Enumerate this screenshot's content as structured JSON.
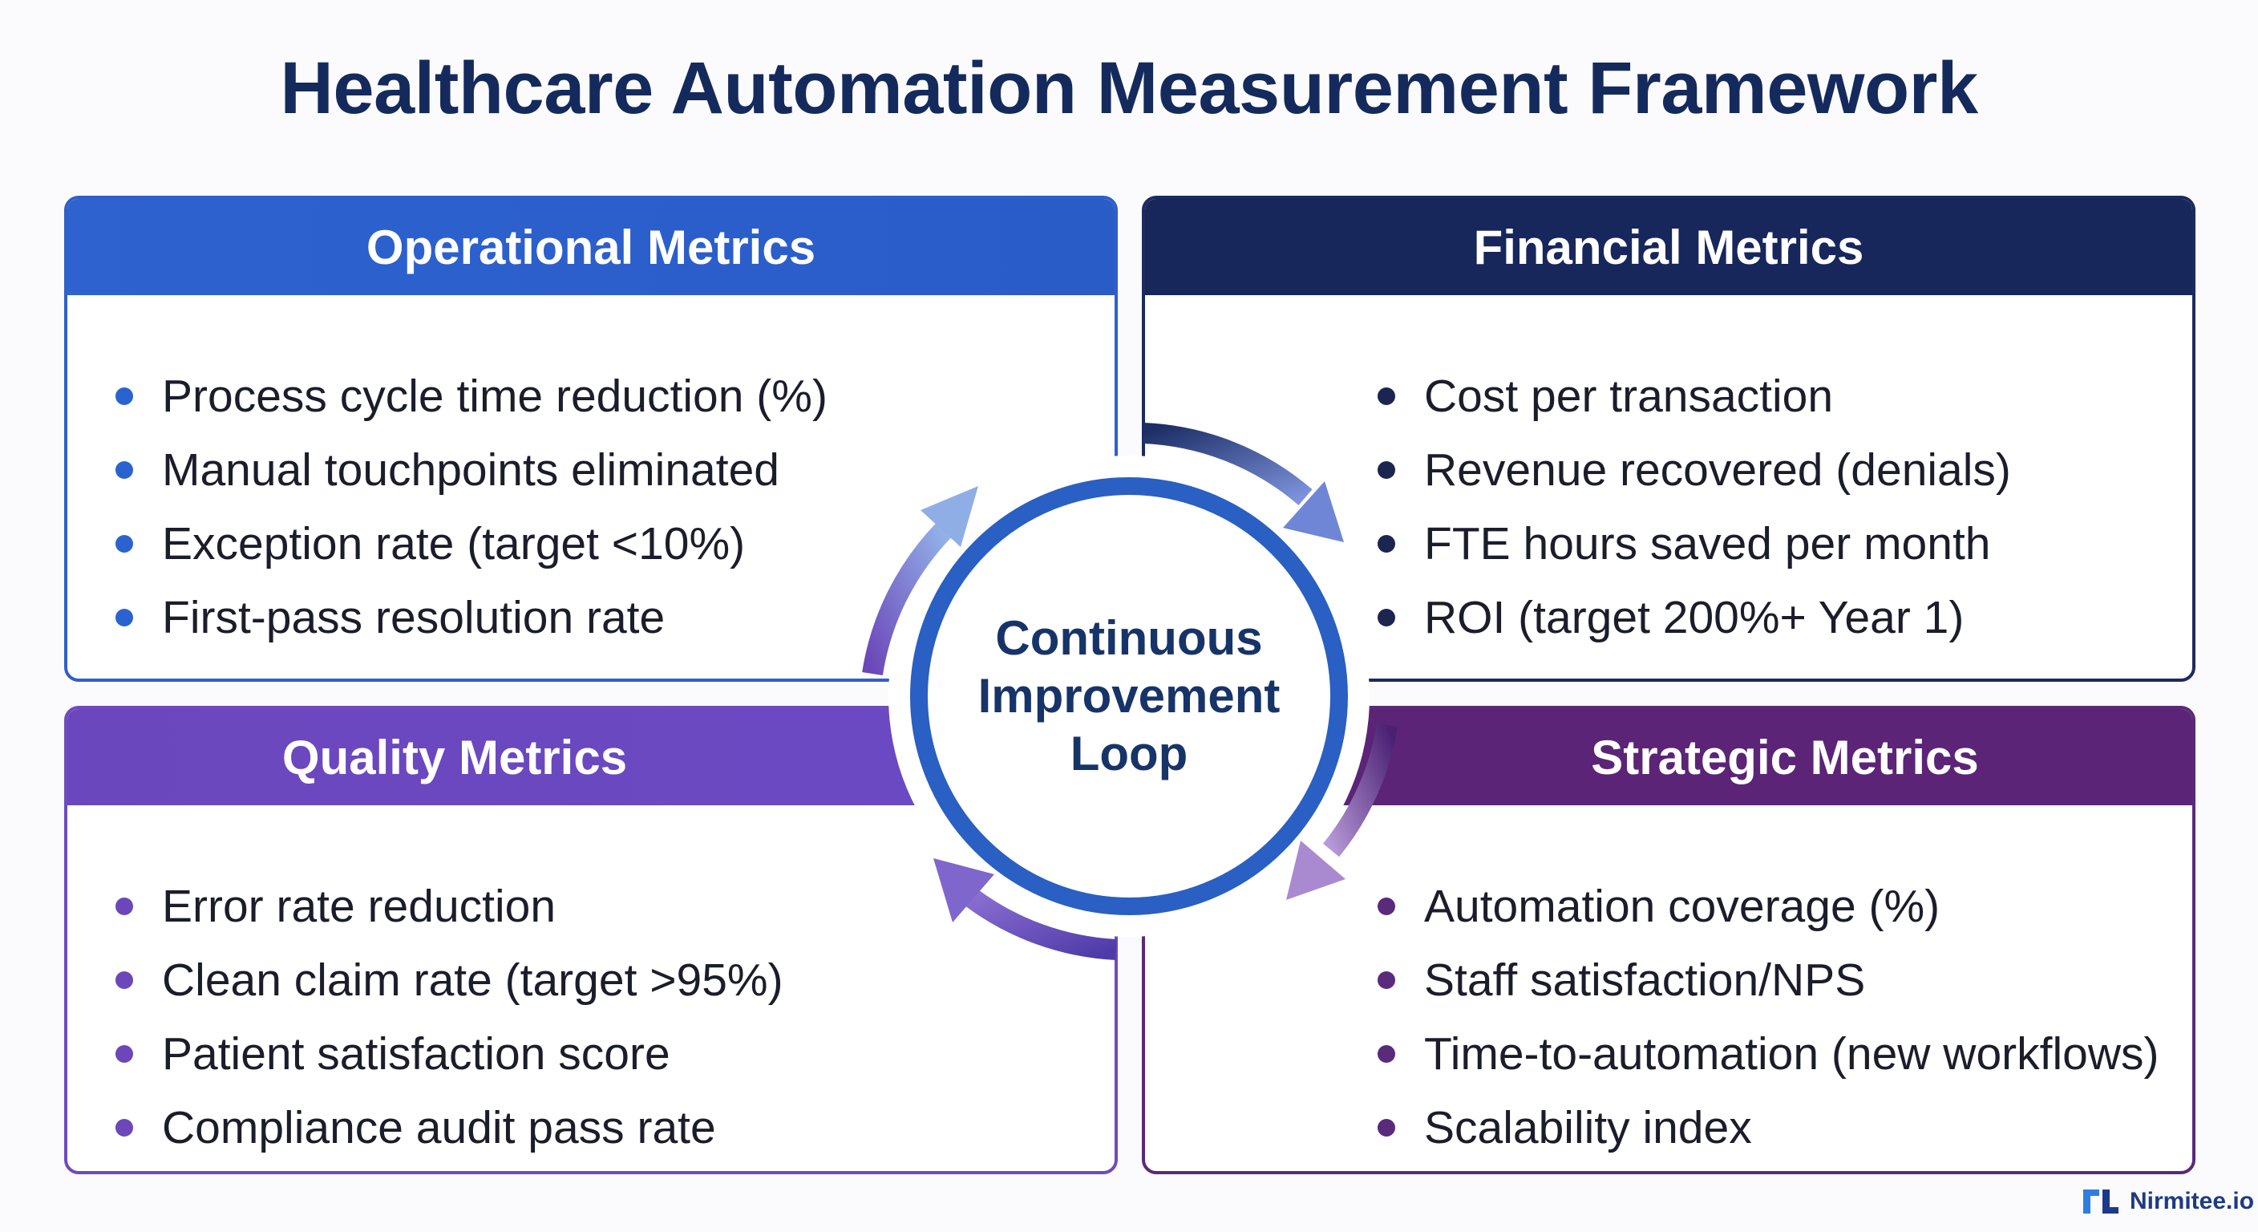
{
  "title": "Healthcare Automation Measurement Framework",
  "center": {
    "line1": "Continuous",
    "line2": "Improvement",
    "line3": "Loop"
  },
  "panels": {
    "operational": {
      "title": "Operational Metrics",
      "color": "#2d62cf",
      "items": [
        "Process cycle time reduction (%)",
        "Manual touchpoints eliminated",
        "Exception rate (target <10%)",
        "First-pass resolution rate"
      ]
    },
    "financial": {
      "title": "Financial Metrics",
      "color": "#17265b",
      "items": [
        "Cost per transaction",
        "Revenue recovered (denials)",
        "FTE hours saved per month",
        "ROI (target 200%+ Year 1)"
      ]
    },
    "quality": {
      "title": "Quality Metrics",
      "color": "#6b47bd",
      "items": [
        "Error rate reduction",
        "Clean claim rate (target >95%)",
        "Patient satisfaction score",
        "Compliance audit pass rate"
      ]
    },
    "strategic": {
      "title": "Strategic Metrics",
      "color": "#5b2476",
      "items": [
        "Automation coverage (%)",
        "Staff satisfaction/NPS",
        "Time-to-automation (new workflows)",
        "Scalability index"
      ]
    }
  },
  "logo": {
    "text": "Nirmitee.io",
    "icon": "nirmitee-logo-icon"
  }
}
